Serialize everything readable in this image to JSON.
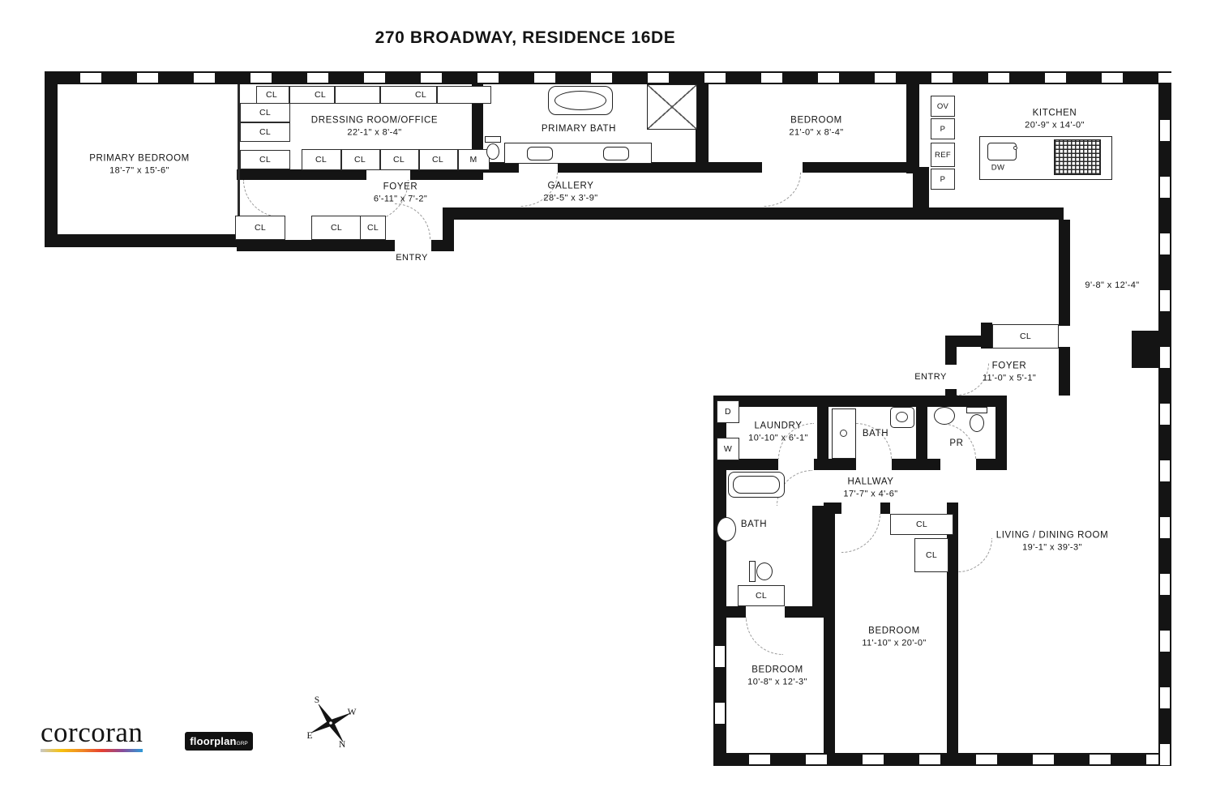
{
  "title": "270 BROADWAY, RESIDENCE 16DE",
  "rooms": {
    "primary_bedroom": {
      "name": "PRIMARY BEDROOM",
      "dims": "18'-7\" x 15'-6\""
    },
    "dressing_room_office": {
      "name": "DRESSING ROOM/OFFICE",
      "dims": "22'-1\" x 8'-4\""
    },
    "primary_bath": {
      "name": "PRIMARY BATH"
    },
    "bedroom_north": {
      "name": "BEDROOM",
      "dims": "21'-0\" x 8'-4\""
    },
    "kitchen": {
      "name": "KITCHEN",
      "dims": "20'-9\" x 14'-0\""
    },
    "foyer_west": {
      "name": "FOYER",
      "dims": "6'-11\" x 7'-2\""
    },
    "gallery": {
      "name": "GALLERY",
      "dims": "28'-5\" x 3'-9\""
    },
    "den": {
      "dims": "9'-8\" x 12'-4\""
    },
    "foyer_east": {
      "name": "FOYER",
      "dims": "11'-0\" x 5'-1\""
    },
    "laundry": {
      "name": "LAUNDRY",
      "dims": "10'-10\" x 6'-1\""
    },
    "bath_north": {
      "name": "BATH"
    },
    "powder_room": {
      "name": "PR"
    },
    "hallway": {
      "name": "HALLWAY",
      "dims": "17'-7\" x 4'-6\""
    },
    "bath_south": {
      "name": "BATH"
    },
    "living_dining": {
      "name": "LIVING / DINING ROOM",
      "dims": "19'-1\" x 39'-3\""
    },
    "bedroom_center": {
      "name": "BEDROOM",
      "dims": "11'-10\" x 20'-0\""
    },
    "bedroom_south": {
      "name": "BEDROOM",
      "dims": "10'-8\" x 12'-3\""
    }
  },
  "labels": {
    "entry": "ENTRY",
    "closet": "CL",
    "m_closet": "M",
    "oven": "OV",
    "pantry": "P",
    "refrigerator": "REF",
    "dishwasher": "DW",
    "dryer": "D",
    "washer": "W"
  },
  "compass": {
    "n": "N",
    "s": "S",
    "e": "E",
    "w": "W"
  },
  "branding": {
    "corcoran": "corcoran",
    "floorplan": "floorplan",
    "grp": "GRP"
  },
  "colors": {
    "wall": "#141414",
    "door_arc": "#999999",
    "corcoran_gradient": [
      "#c8c8c8",
      "#f6c20e",
      "#f08a24",
      "#e63f30",
      "#8a4a98",
      "#2d9bd8"
    ]
  }
}
